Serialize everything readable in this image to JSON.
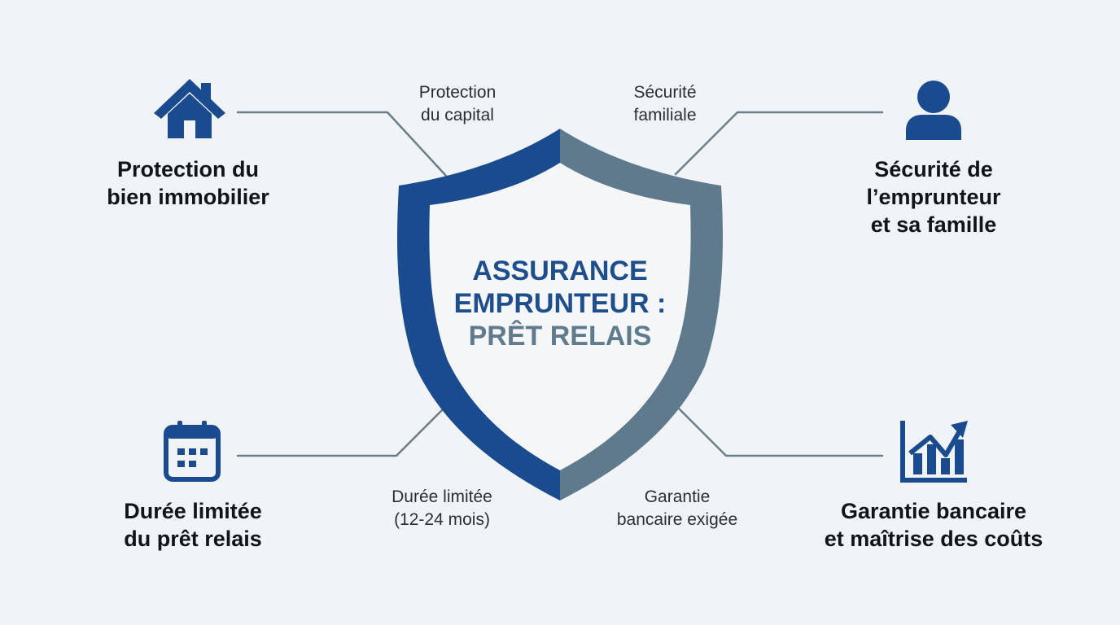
{
  "colors": {
    "primary": "#1b4b8f",
    "secondary": "#5f7a8c",
    "connector": "#6b7c8a",
    "background": "#f1f4f7",
    "text": "#111418"
  },
  "center": {
    "icon": "shield-icon",
    "title_line1": "ASSURANCE",
    "title_line2": "EMPRUNTEUR :",
    "title_line3": "PRÊT RELAIS"
  },
  "corners": {
    "top_left": {
      "icon": "house-icon",
      "line1": "Protection du",
      "line2": "bien immobilier"
    },
    "top_right": {
      "icon": "person-icon",
      "line1": "Sécurité de",
      "line2": "l’emprunteur",
      "line3": "et sa famille"
    },
    "bottom_left": {
      "icon": "calendar-icon",
      "line1": "Durée limitée",
      "line2": "du prêt relais"
    },
    "bottom_right": {
      "icon": "bar-chart-trend-icon",
      "line1": "Garantie bancaire",
      "line2": "et maîtrise des coûts"
    }
  },
  "connector_labels": {
    "top_left": {
      "line1": "Protection",
      "line2": "du capital"
    },
    "top_right": {
      "line1": "Sécurité",
      "line2": "familiale"
    },
    "bottom_left": {
      "line1": "Durée limitée",
      "line2": "(12-24 mois)"
    },
    "bottom_right": {
      "line1": "Garantie",
      "line2": "bancaire exigée"
    }
  }
}
